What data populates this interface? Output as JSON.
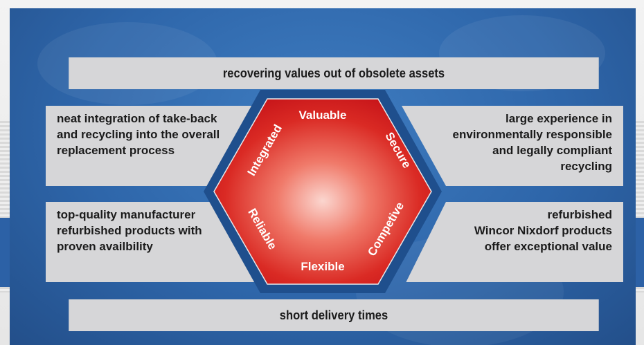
{
  "top_bar": "recovering values out of obsolete assets",
  "bottom_bar": "short delivery times",
  "boxes": {
    "top_left": "neat integration of take-back\nand recycling into the overall\nreplacement process",
    "bottom_left": "top-quality manufacturer\nrefurbished products with\nproven availbility",
    "top_right": "large experience in\nenvironmentally responsible\nand legally compliant\nrecycling",
    "bottom_right": "refurbished\nWincor Nixdorf products\noffer exceptional value"
  },
  "hexagon": {
    "top": "Valuable",
    "bottom": "Flexible",
    "upper_left": "Integrated",
    "upper_right": "Secure",
    "lower_left": "Reliable",
    "lower_right": "Competive"
  },
  "colors": {
    "panel_blue": "#2e66aa",
    "box_gray": "#d6d6d8",
    "hex_red": "#d81f1f",
    "hex_center": "#f9c7c0",
    "hex_border": "#1f4f8d"
  }
}
